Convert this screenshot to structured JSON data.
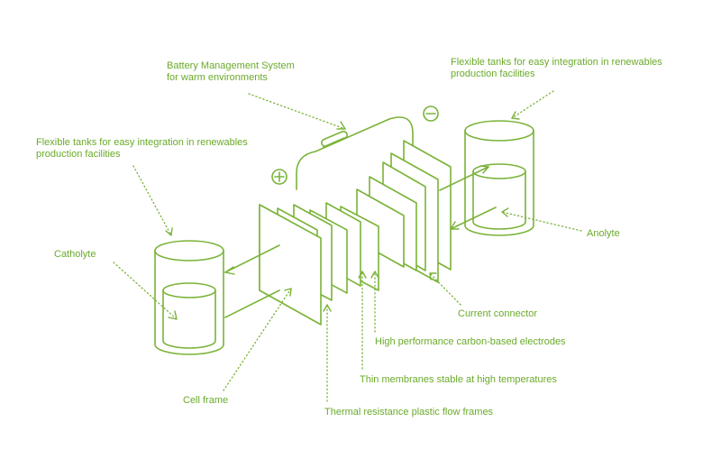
{
  "labels": {
    "bms": [
      "Battery Management System",
      "for warm environments"
    ],
    "tank_right": [
      "Flexible tanks for easy integration in renewables",
      "production facilities"
    ],
    "tank_left": [
      "Flexible tanks for easy integration in renewables",
      "production facilities"
    ],
    "catholyte": "Catholyte",
    "anolyte": "Anolyte",
    "current_connector": "Current connector",
    "electrodes": "High performance carbon-based electrodes",
    "membranes": "Thin membranes stable at high temperatures",
    "cell_frame": "Cell frame",
    "flow_frames": "Thermal resistance plastic flow frames"
  },
  "symbols": {
    "positive": "+",
    "negative": "−"
  },
  "colors": {
    "line": "#7ab338",
    "text": "#6aaa2a",
    "background": "#ffffff"
  }
}
